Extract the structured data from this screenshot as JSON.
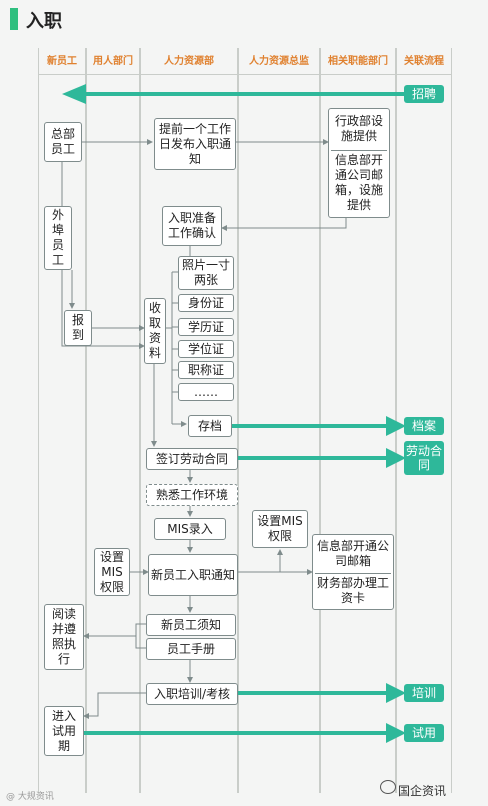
{
  "title": "入职",
  "columns": [
    "新员工",
    "用人部门",
    "人力资源部",
    "人力资源总监",
    "相关职能部门",
    "关联流程"
  ],
  "boxes": {
    "zongbu": "总部员工",
    "waibu": "外埠员工",
    "baodao": "报到",
    "tiqian": "提前一个工作日发布入职通知",
    "xingzheng": "行政部设施提供",
    "xinxi1": "信息部开通公司邮箱，设施提供",
    "ruzhi_zhunbei": "入职准备工作确认",
    "shouqu": "收取资料",
    "zhaopian": "照片一寸两张",
    "shenfen": "身份证",
    "xueli": "学历证",
    "xuewei": "学位证",
    "zhicheng": "职称证",
    "more": "……",
    "cundang": "存档",
    "qianding": "签订劳动合同",
    "shuxi": "熟悉工作环境",
    "mis_luru": "MIS录入",
    "shezhi_mis_hr": "设置MIS权限",
    "shezhi_mis_dept": "设置MIS权限",
    "tongzhi": "新员工入职通知",
    "xinxi2": "信息部开通公司邮箱",
    "caiwu": "财务部办理工资卡",
    "xuzhi": "新员工须知",
    "shouce": "员工手册",
    "yuedu": "阅读并遵照执行",
    "peixun": "入职培训/考核",
    "jinru": "进入试用期"
  },
  "links": {
    "zhaopin": "招聘",
    "dangan": "档案",
    "hetong": "劳动合同",
    "peixun": "培训",
    "shiyong": "试用"
  },
  "footer": {
    "left": "@ 大规资讯",
    "right": "国企资讯"
  },
  "colors": {
    "accent": "#2eb89a",
    "header_text": "#e0812f",
    "border": "#7f8c8c"
  }
}
